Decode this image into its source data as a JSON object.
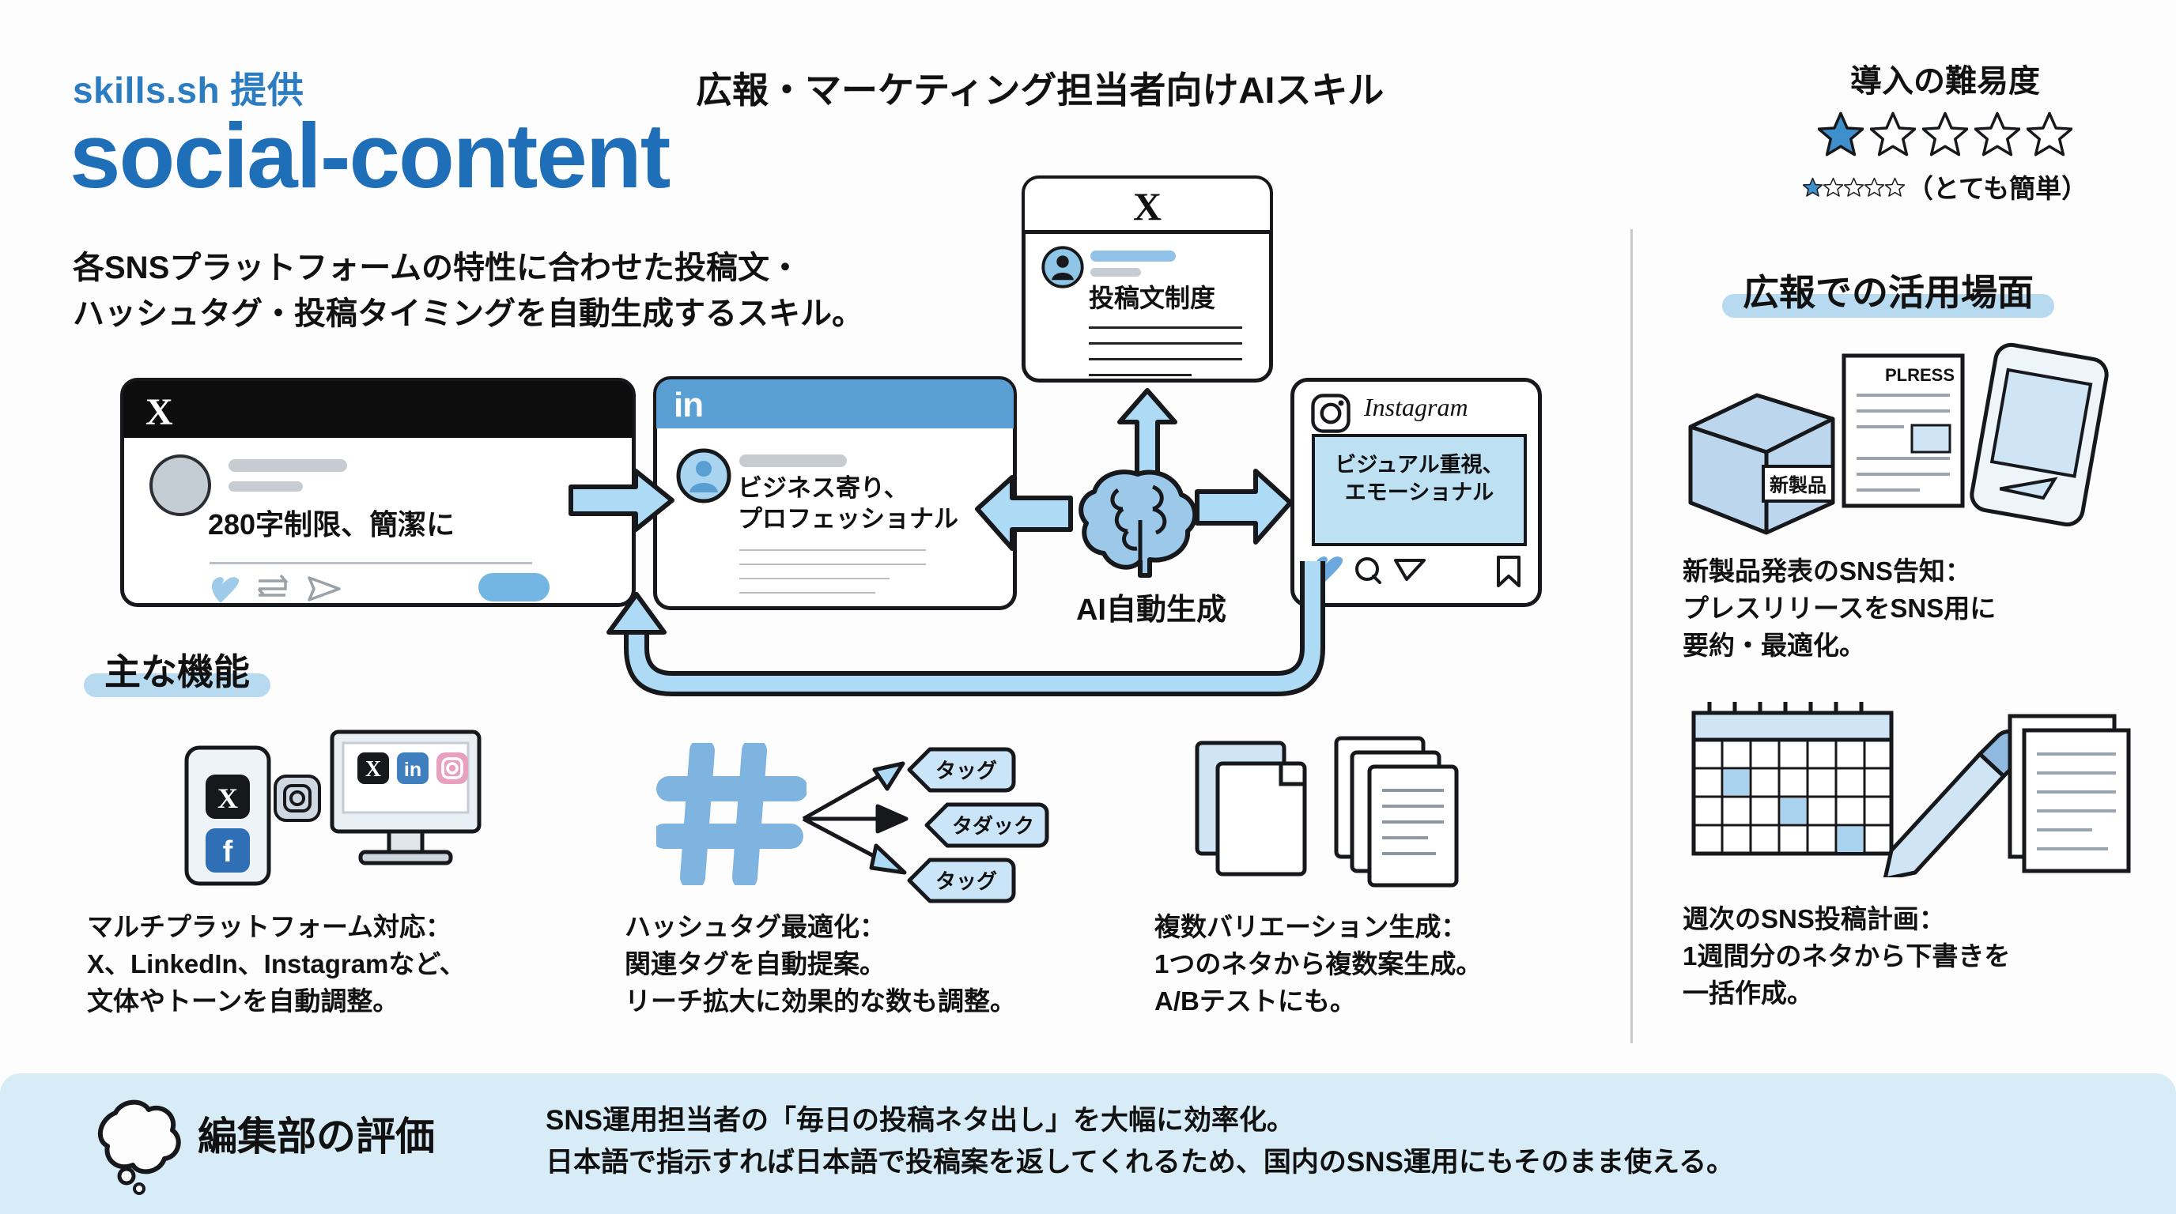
{
  "header": {
    "brand": "skills.sh 提供",
    "title": "social-content",
    "subtitle": "広報・マーケティング担当者向けAIスキル",
    "lead": "各SNSプラットフォームの特性に合わせた投稿文・\nハッシュタグ・投稿タイミングを自動生成するスキル。"
  },
  "difficulty": {
    "label": "導入の難易度",
    "filled": 1,
    "total": 5,
    "caption": "（とても簡単）",
    "mini_filled": 1,
    "mini_total": 5,
    "star_color": "#3f8fcc"
  },
  "diagram": {
    "x_card": {
      "logo": "X",
      "text": "280字制限、簡潔に"
    },
    "linkedin_card": {
      "logo": "in",
      "text": "ビジネス寄り、\nプロフェッショナル"
    },
    "x_top_card": {
      "logo": "X",
      "text": "投稿文制度"
    },
    "instagram_card": {
      "logo": "Instagram",
      "text": "ビジュアル重視、\nエモーショナル"
    },
    "ai_label": "AI自動生成"
  },
  "features_section": {
    "heading": "主な機能",
    "items": [
      {
        "caption": "マルチプラットフォーム対応：\nX、LinkedIn、Instagramなど、\n文体やトーンを自動調整。"
      },
      {
        "caption": "ハッシュタグ最適化：\n関連タグを自動提案。\nリーチ拡大に効果的な数も調整。"
      },
      {
        "caption": "複数バリエーション生成：\n1つのネタから複数案生成。\nA/Bテストにも。"
      }
    ],
    "hashtag_chips": [
      "タッグ",
      "タダック",
      "タッグ"
    ],
    "hashtag_glyph": "#"
  },
  "use_cases_section": {
    "heading": "広報での活用場面",
    "items": [
      {
        "label": "新製品発表のSNS告知：\nプレスリリースをSNS用に\n要約・最適化。",
        "badge": "新製品",
        "doc_label": "PLRESS"
      },
      {
        "label": "週次のSNS投稿計画：\n1週間分のネタから下書きを\n一括作成。"
      }
    ]
  },
  "footer": {
    "title": "編集部の評価",
    "body": "SNS運用担当者の「毎日の投稿ネタ出し」を大幅に効率化。\n日本語で指示すれば日本語で投稿案を返してくれるため、国内のSNS運用にもそのまま使える。"
  },
  "colors": {
    "brand_blue": "#1f6fb8",
    "accent_light": "#b7daf0",
    "footer_bg": "#d7ecf7",
    "ink": "#16181c"
  }
}
